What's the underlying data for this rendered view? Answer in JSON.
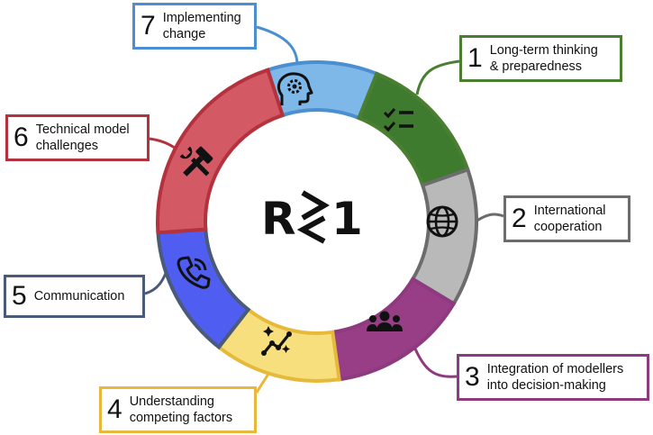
{
  "center": {
    "r": "R",
    "one": "1"
  },
  "items": [
    {
      "num": "1",
      "label": "Long-term thinking\n& preparedness",
      "color": "#4a7f32",
      "fill": "#3f7b2f",
      "icon": "checklist-icon"
    },
    {
      "num": "2",
      "label": "International\ncooperation",
      "color": "#6c6c6c",
      "fill": "#b9b9b9",
      "icon": "globe-icon"
    },
    {
      "num": "3",
      "label": "Integration of modellers\ninto decision-making",
      "color": "#8d3a7e",
      "fill": "#973e86",
      "icon": "people-group-icon"
    },
    {
      "num": "4",
      "label": "Understanding\ncompeting factors",
      "color": "#e6b93a",
      "fill": "#f6df7c",
      "icon": "trend-sparkle-icon"
    },
    {
      "num": "5",
      "label": "Communication",
      "color": "#495b78",
      "fill": "#4f5df0",
      "icon": "phone-call-icon"
    },
    {
      "num": "6",
      "label": "Technical model\nchallenges",
      "color": "#b3323e",
      "fill": "#d35a64",
      "icon": "tools-icon"
    },
    {
      "num": "7",
      "label": "Implementing\nchange",
      "color": "#4b8fd0",
      "fill": "#7db8e8",
      "icon": "head-gear-icon"
    }
  ]
}
